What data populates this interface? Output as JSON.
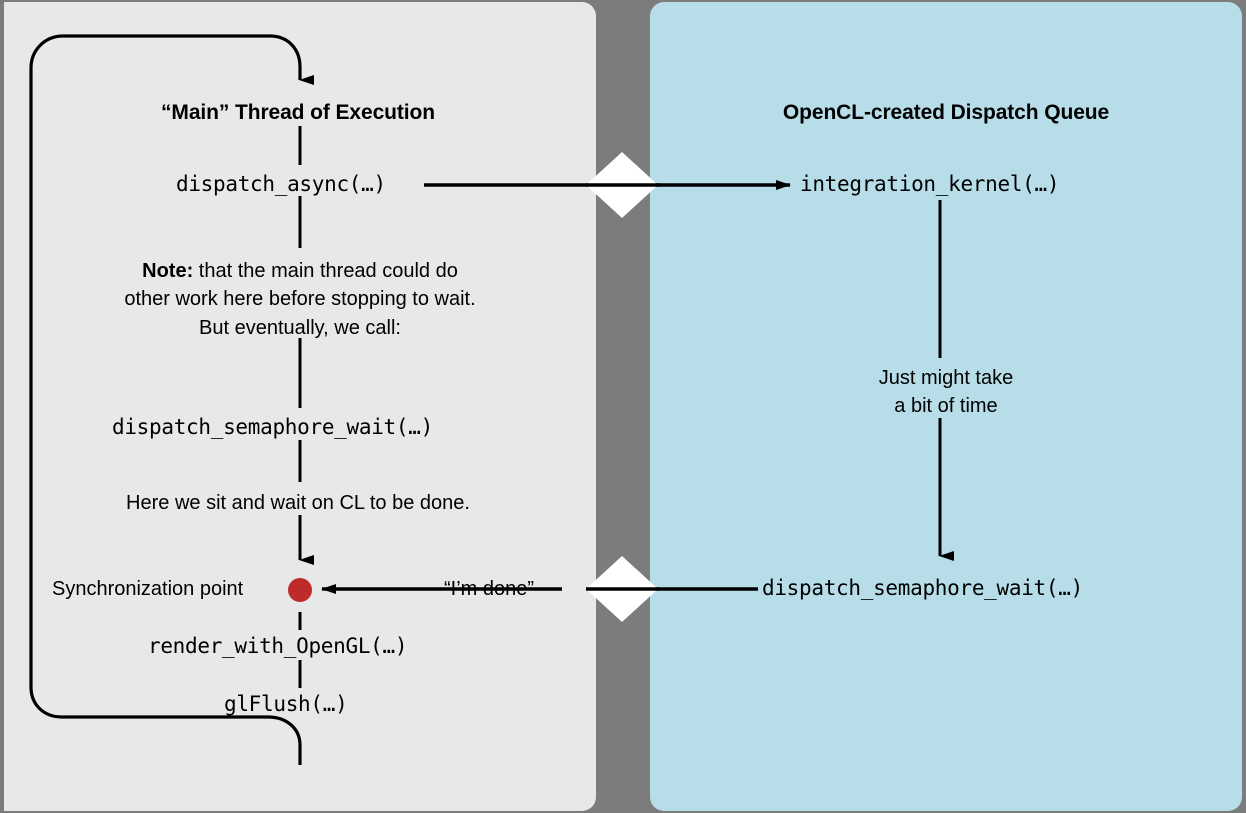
{
  "diagram": {
    "title": "OpenCL dispatch queue synchronization flow",
    "background_color": "#7c7c7c",
    "lanes": [
      {
        "id": "main-thread",
        "title": "“Main” Thread of Execution",
        "background_color": "#e7e8e8"
      },
      {
        "id": "dispatch-queue",
        "title": "OpenCL-created Dispatch Queue",
        "background_color": "#b6dde8"
      }
    ]
  },
  "left_lane": {
    "title": "“Main” Thread of Execution",
    "calls": {
      "dispatch_async": "dispatch_async(…)",
      "dispatch_semaphore_wait": "dispatch_semaphore_wait(…)",
      "render_with_opengl": "render_with_OpenGL(…)",
      "gl_flush": "glFlush(…)"
    },
    "note": {
      "label": "Note:",
      "line1": " that the main thread could do",
      "line2": "other work here before stopping to wait.",
      "line3": "But eventually, we call:"
    },
    "wait_caption": "Here we sit and wait on CL to be done.",
    "sync_label": "Synchronization point",
    "sync_dot_color": "#be2b2b"
  },
  "right_lane": {
    "title": "OpenCL-created Dispatch Queue",
    "calls": {
      "integration_kernel": "integration_kernel(…)",
      "dispatch_semaphore_wait": "dispatch_semaphore_wait(…)"
    },
    "duration_note": {
      "line1": "Just might take",
      "line2": "a bit of time"
    }
  },
  "connectors": {
    "dispatch_label": "",
    "done_label": "“I’m done”",
    "diamond_color": "#ffffff",
    "line_color": "#000000",
    "icons": {
      "top_diamond": "diamond-connector-icon",
      "bottom_diamond": "diamond-connector-icon",
      "loop_arrow": "loop-arrow-icon"
    }
  }
}
